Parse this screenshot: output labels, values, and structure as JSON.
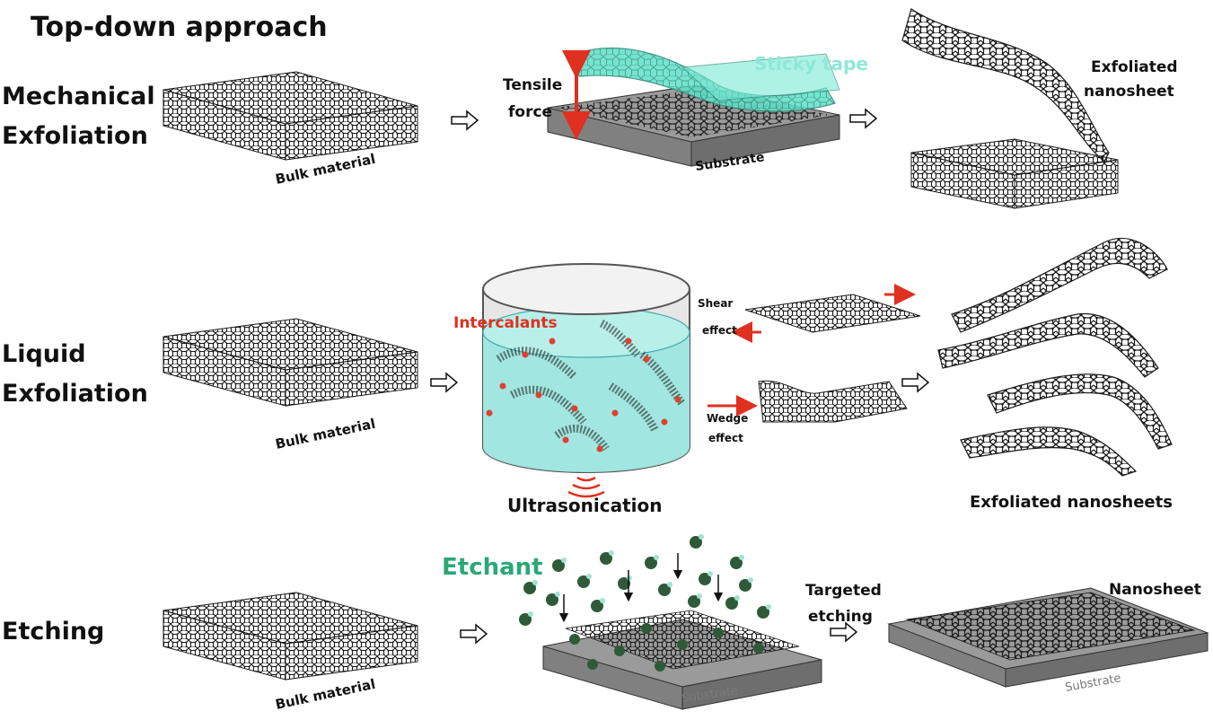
{
  "title": "Top-down approach",
  "rows": {
    "mechanical": {
      "label_line1": "Mechanical",
      "label_line2": "Exfoliation",
      "bulk_label": "Bulk material",
      "tensile_line1": "Tensile",
      "tensile_line2": "force",
      "tape_label": "Sticky tape",
      "substrate_label": "Substrate",
      "result_line1": "Exfoliated",
      "result_line2": "nanosheet"
    },
    "liquid": {
      "label_line1": "Liquid",
      "label_line2": "Exfoliation",
      "bulk_label": "Bulk material",
      "intercalants_label": "Intercalants",
      "ultrasonication_label": "Ultrasonication",
      "shear_line1": "Shear",
      "shear_line2": "effect",
      "wedge_line1": "Wedge",
      "wedge_line2": "effect",
      "result_label": "Exfoliated nanosheets"
    },
    "etching": {
      "label": "Etching",
      "bulk_label": "Bulk material",
      "etchant_label": "Etchant",
      "substrate_label": "Substrate",
      "targeted_line1": "Targeted",
      "targeted_line2": "etching",
      "nanosheet_label": "Nanosheet",
      "result_substrate_label": "Substrate"
    }
  },
  "colors": {
    "lattice": "#1a1a1a",
    "tape": "#5ee0c8",
    "tape_text": "#8fe8d8",
    "water": "#9ee6e0",
    "arrow_red": "#e03020",
    "substrate": "#8c8c8c",
    "etchant_text": "#2aa876",
    "etchant_sphere": "#2f5a3a",
    "intercalant_dot": "#e04030"
  }
}
